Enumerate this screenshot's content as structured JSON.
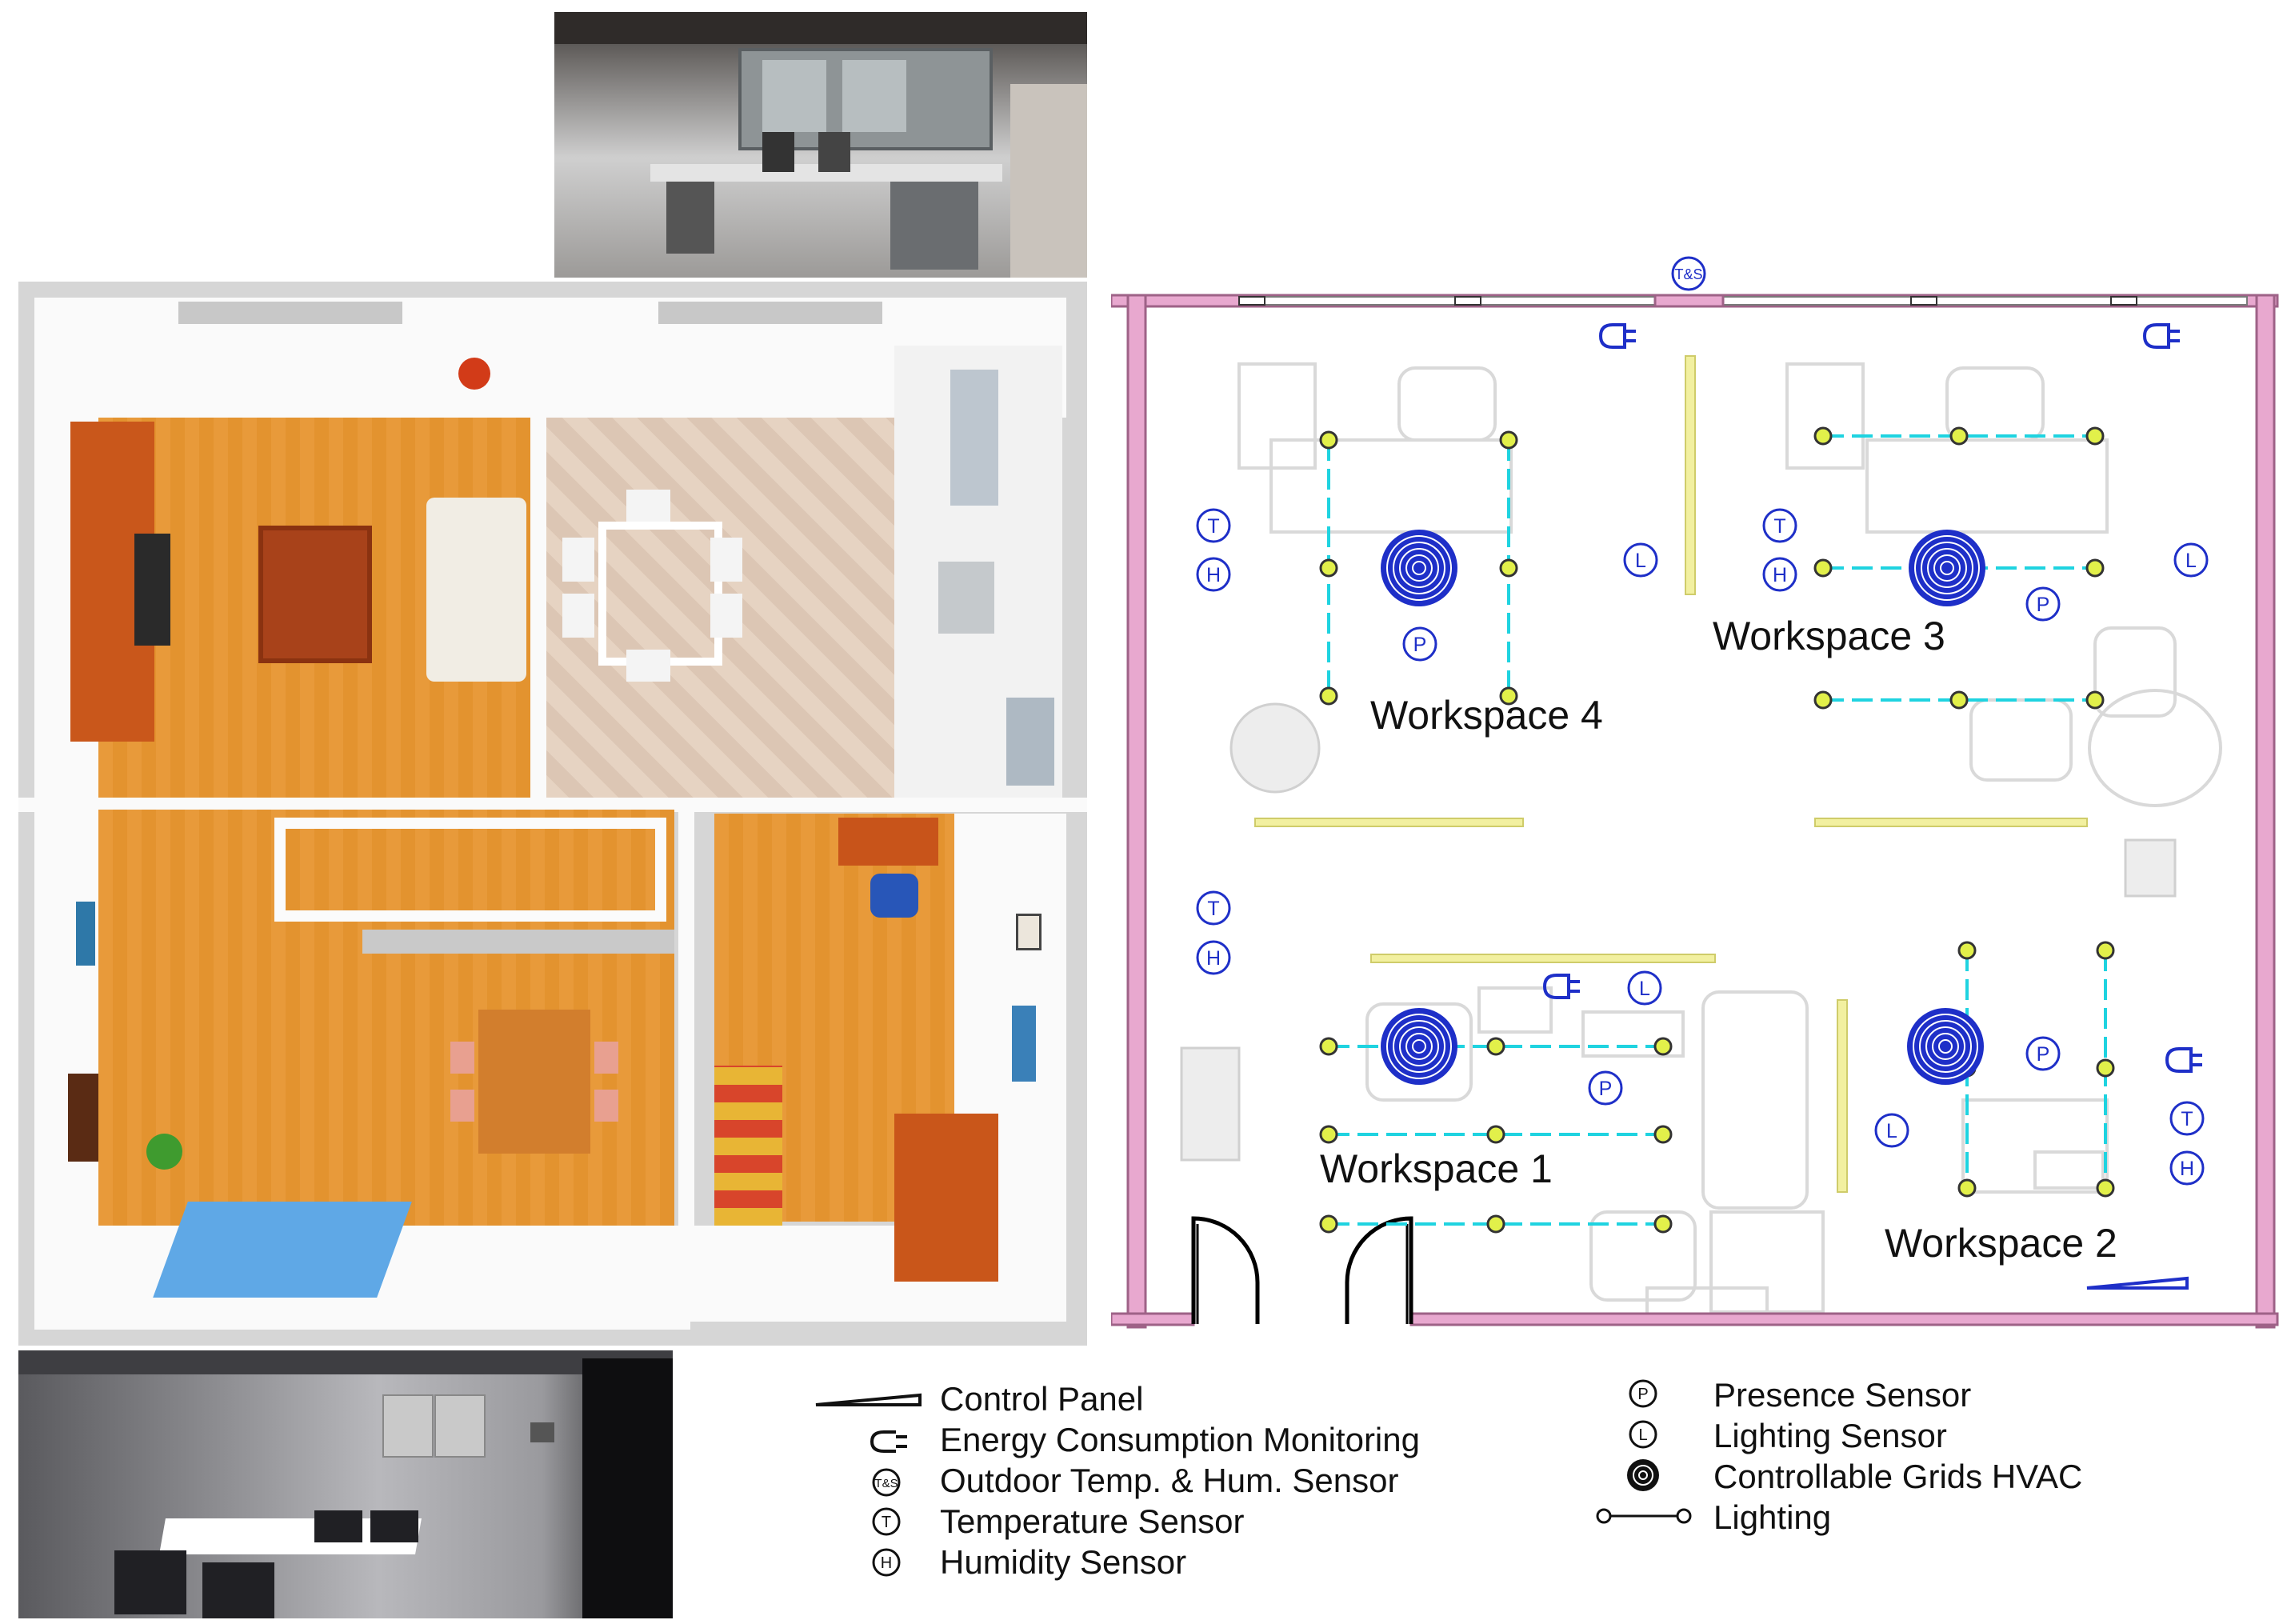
{
  "plan": {
    "workspaces": [
      {
        "label": "Workspace 4"
      },
      {
        "label": "Workspace 3"
      },
      {
        "label": "Workspace 1"
      },
      {
        "label": "Workspace 2"
      }
    ],
    "symbols": {
      "outdoor": "T&S",
      "temperature": "T",
      "humidity": "H",
      "presence": "P",
      "lighting_sensor": "L"
    }
  },
  "legend": {
    "control_panel": "Control Panel",
    "energy": "Energy Consumption Monitoring",
    "outdoor": "Outdoor Temp. & Hum. Sensor",
    "temperature": "Temperature Sensor",
    "humidity": "Humidity Sensor",
    "presence": "Presence Sensor",
    "lighting_sensor": "Lighting Sensor",
    "hvac": "Controllable Grids HVAC",
    "lighting": "Lighting"
  },
  "colors": {
    "wall": "#e8a8cf",
    "lighting_line": "#1fd3e0",
    "lighting_node": "#e2f04a",
    "sensor": "#1e2fc8",
    "partition": "#f2f0a0",
    "floor_wood": "#e8973a"
  }
}
